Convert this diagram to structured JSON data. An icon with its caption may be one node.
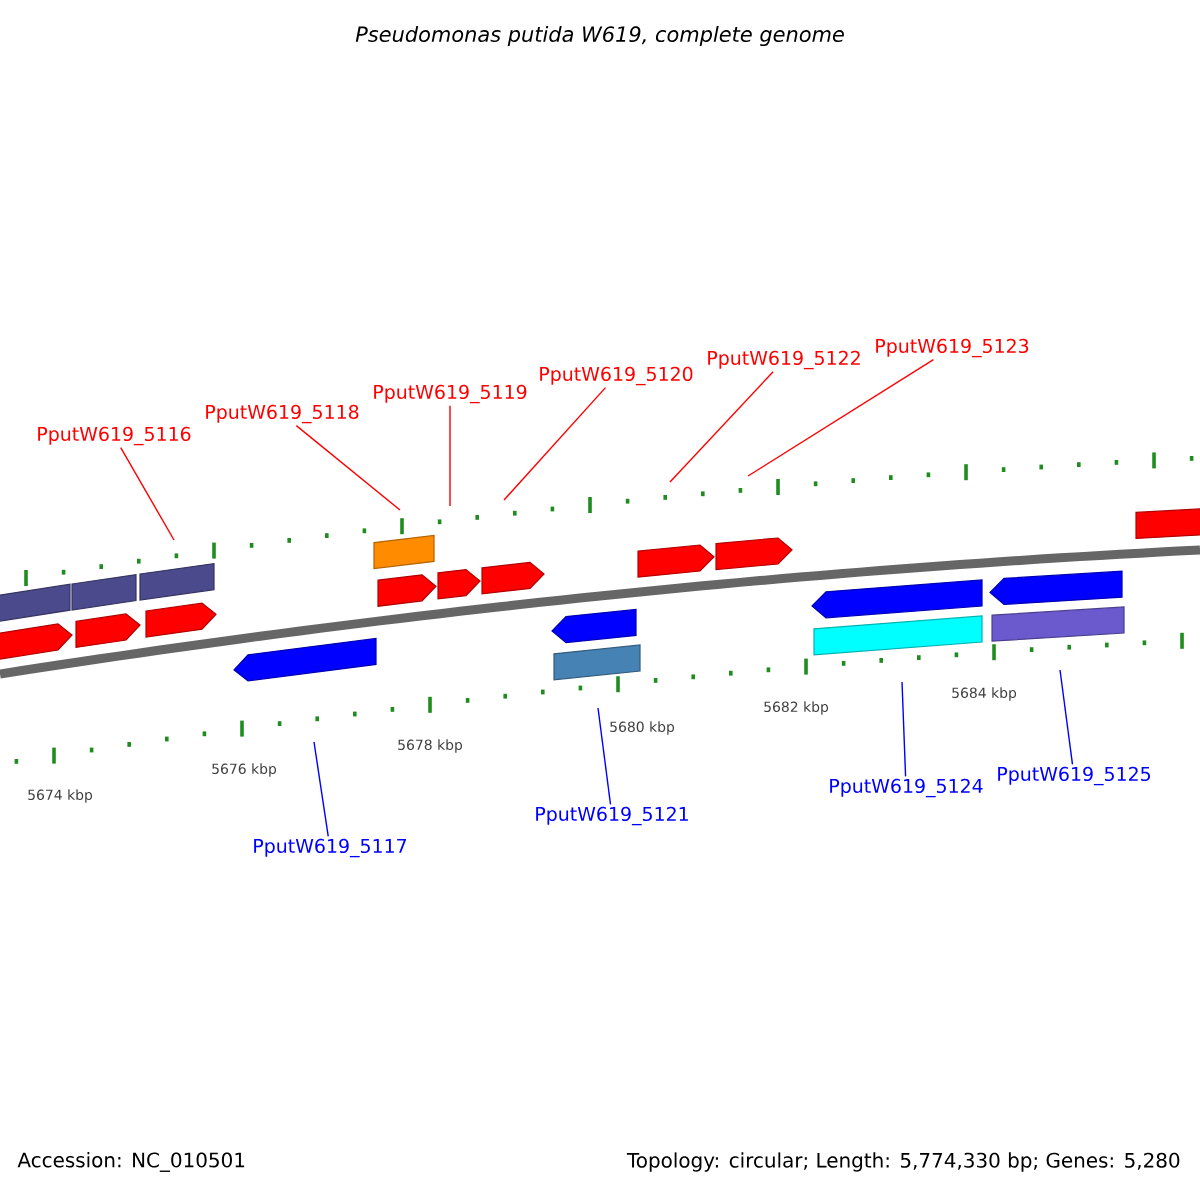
{
  "diagram": {
    "title": "Pseudomonas putida W619, complete genome",
    "nodes": [
      {
        "text": [
          "PputW619_5116"
        ]
      },
      {
        "text": [
          "PputW619_5117"
        ]
      },
      {
        "text": [
          "PputW619_5118"
        ]
      },
      {
        "text": [
          "PputW619_5119"
        ]
      },
      {
        "text": [
          "PputW619_5120"
        ]
      },
      {
        "text": [
          "PputW619_5121"
        ]
      },
      {
        "text": [
          "PputW619_5122"
        ]
      },
      {
        "text": [
          "PputW619_5123"
        ]
      },
      {
        "text": [
          "PputW619_5124"
        ]
      },
      {
        "text": [
          "PputW619_5125"
        ]
      }
    ],
    "edges": [
      {
        "from": 0,
        "to": null,
        "arrow": "none"
      },
      {
        "from": 1,
        "to": null,
        "arrow": "none",
        "color": "#0000ff"
      },
      {
        "from": 2,
        "to": null,
        "arrow": "none"
      },
      {
        "from": 3,
        "to": null,
        "arrow": "none"
      },
      {
        "from": 4,
        "to": null,
        "arrow": "none"
      },
      {
        "from": 5,
        "to": null,
        "arrow": "none",
        "color": "#0000ff"
      },
      {
        "from": 6,
        "to": null,
        "arrow": "none"
      },
      {
        "from": 7,
        "to": null,
        "arrow": "none"
      },
      {
        "from": 8,
        "to": null,
        "arrow": "none",
        "color": "#0000ff"
      },
      {
        "from": 9,
        "to": null,
        "arrow": "none",
        "color": "#0000ff"
      }
    ],
    "labels": [
      "5674 kbp",
      "5676 kbp",
      "5678 kbp",
      "5680 kbp",
      "5682 kbp",
      "5684 kbp",
      "Accession: NC_010501",
      "Topology: circular; Length: 5,774,330 bp; Genes: 5,280"
    ]
  }
}
